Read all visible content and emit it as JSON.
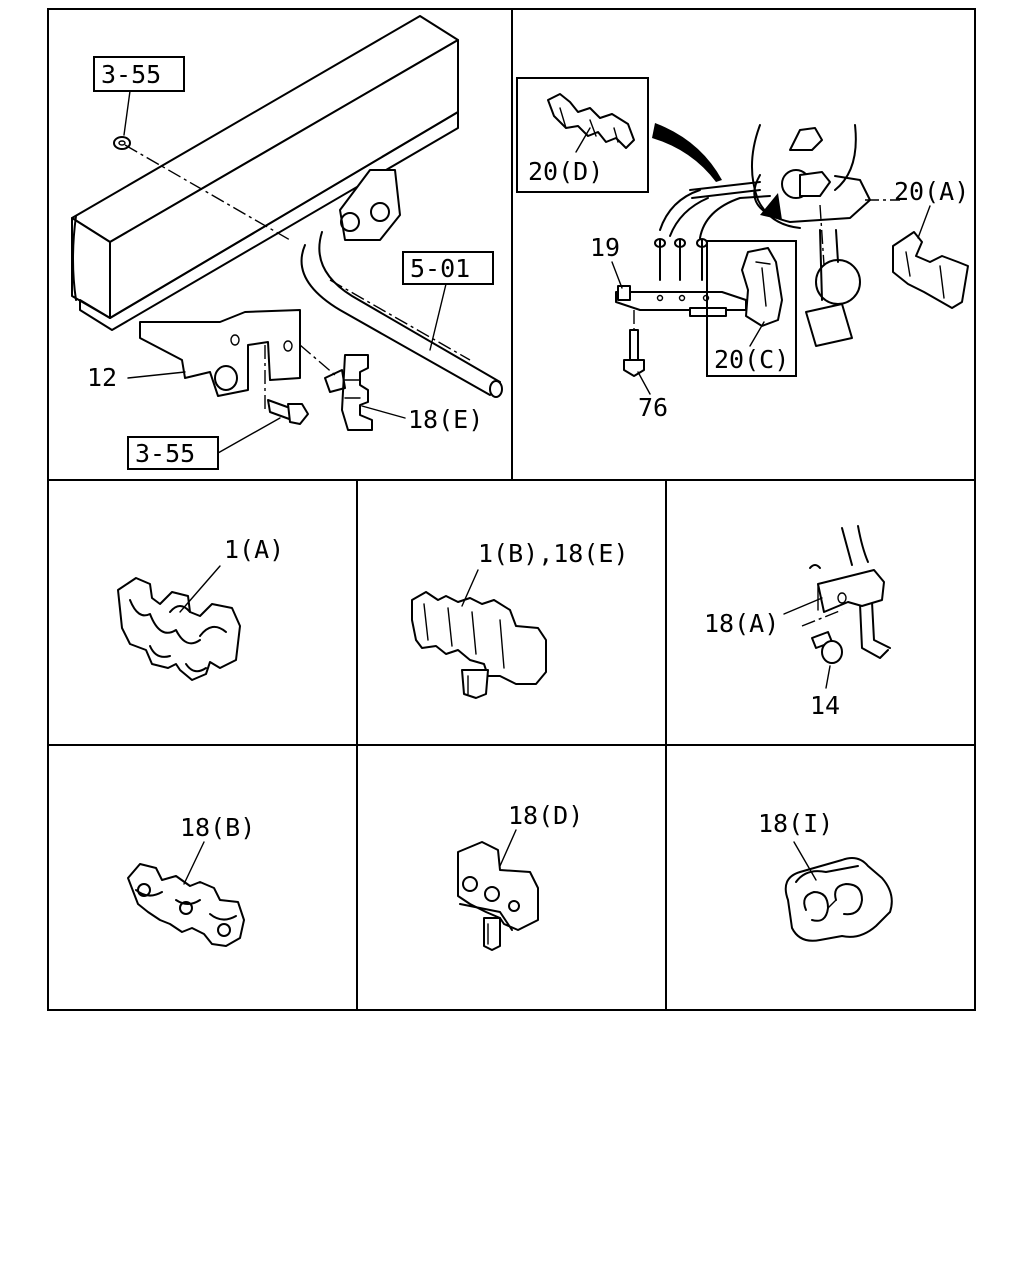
{
  "panels": {
    "frame_mount": {
      "ref_top": "3-55",
      "ref_bottom": "3-55",
      "ref_pipe": "5-01",
      "label_bracket": "12",
      "label_clip": "18(E)"
    },
    "pedal_assembly": {
      "inset_d": "20(D)",
      "inset_c": "20(C)",
      "label_a": "20(A)",
      "label_plate": "19",
      "label_bolt": "76"
    },
    "clip_1a": {
      "label": "1(A)"
    },
    "clip_1b_18e": {
      "label": "1(B),18(E)"
    },
    "clip_18a": {
      "label_clip": "18(A)",
      "label_bolt": "14"
    },
    "clip_18b": {
      "label": "18(B)"
    },
    "clip_18d": {
      "label": "18(D)"
    },
    "clip_18i": {
      "label": "18(I)"
    }
  }
}
